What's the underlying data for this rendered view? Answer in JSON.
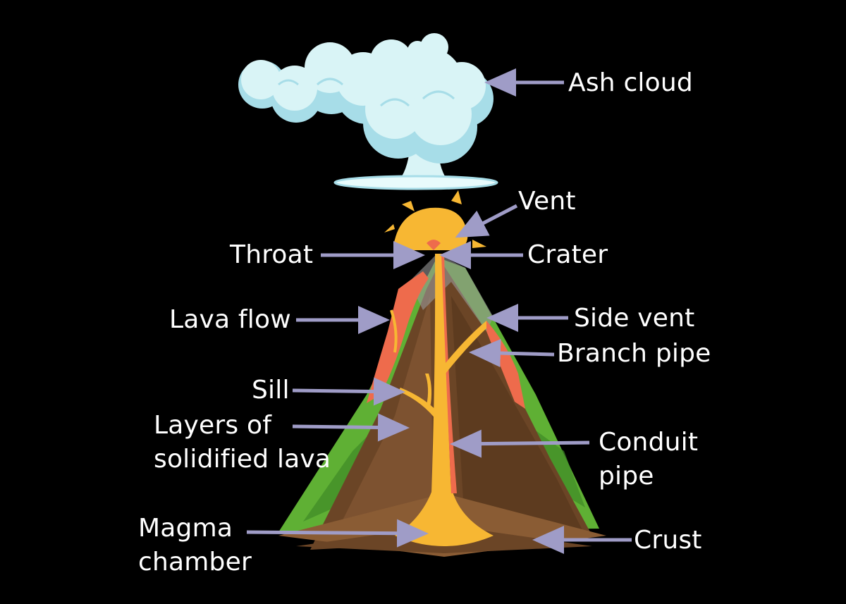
{
  "labels": {
    "ash_cloud": "Ash cloud",
    "vent": "Vent",
    "throat": "Throat",
    "crater": "Crater",
    "lava_flow": "Lava flow",
    "side_vent": "Side vent",
    "branch_pipe": "Branch pipe",
    "sill": "Sill",
    "layers_line1": "Layers of",
    "layers_line2": "solidified lava",
    "conduit_line1": "Conduit",
    "conduit_line2": "pipe",
    "magma_line1": "Magma",
    "magma_line2": "chamber",
    "crust": "Crust"
  },
  "colors": {
    "background": "#000000",
    "arrow": "#9f9cc7",
    "cloud": "#d9f4f6",
    "cloud_shade": "#a7dde8",
    "lava": "#f7b733",
    "lava_flow": "#ee6b4c",
    "rock_dark": "#6b4526",
    "rock_mid": "#8a5c34",
    "grass": "#5fb034",
    "grass_dark": "#3f8a26",
    "label_text": "#ffffff"
  }
}
